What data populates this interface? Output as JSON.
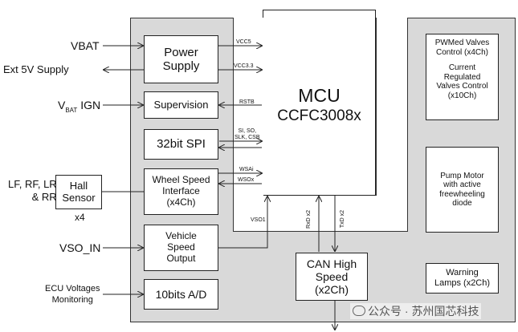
{
  "mcu": {
    "title": "MCU",
    "part": "CCFC3008x"
  },
  "blocks": {
    "power_supply": "Power\nSupply",
    "supervision": "Supervision",
    "spi": "32bit SPI",
    "wheel_speed": "Wheel Speed\nInterface\n(x4Ch)",
    "vehicle_speed": "Vehicle\nSpeed\nOutput",
    "adc": "10bits A/D",
    "hall_sensor": "Hall\nSensor",
    "can": "CAN High\nSpeed\n(x2Ch)",
    "pwm_valves": "PWMed Valves\nControl (x4Ch)",
    "regulated_valves": "Current\nRegulated\nValves Control\n(x10Ch)",
    "pump_motor": "Pump Motor\nwith active\nfreewheeling\ndiode",
    "warning_lamps": "Warning\nLamps (x2Ch)"
  },
  "labels": {
    "vbat": "VBAT",
    "ext5v": "Ext 5V Supply",
    "vbat_ign_main": "V",
    "vbat_ign_sub": "BAT",
    "vbat_ign_suffix": "IGN",
    "wheel_inputs": "LF, RF, LR\n& RR",
    "hall_count": "x4",
    "vso_in": "VSO_IN",
    "ecu_voltages": "ECU Voltages\nMonitoring"
  },
  "signals": {
    "vcc5": "VCC5",
    "vcc33": "VCC3.3",
    "rstb": "RSTB",
    "spi": "SI, SO,\nSLK, CSB",
    "wsa": "WSAi",
    "wso": "WSOx",
    "vso": "VSO1",
    "rxd": "RxD x2",
    "txd": "TxD x2"
  },
  "watermark": {
    "text": "公众号 · 苏州国芯科技"
  }
}
